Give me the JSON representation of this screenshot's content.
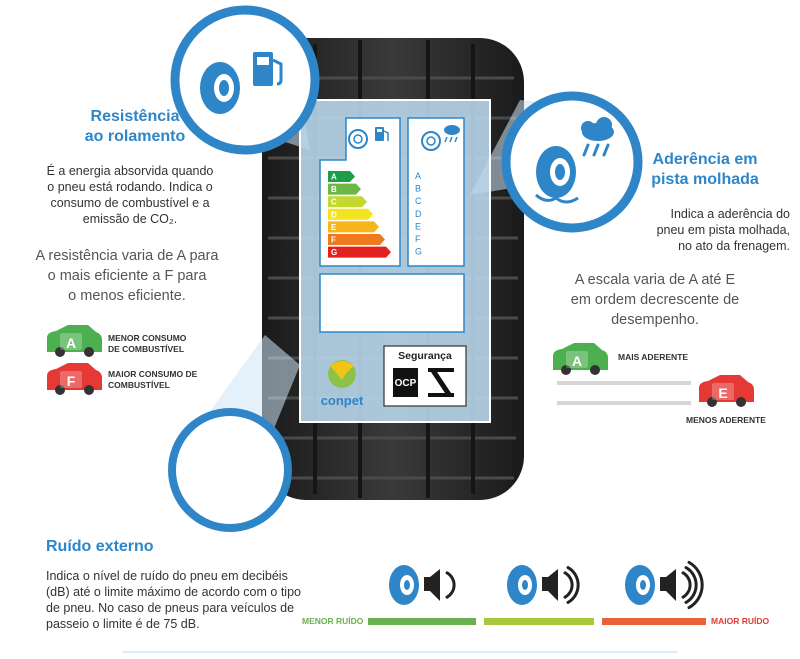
{
  "rolling": {
    "title_line1": "Resistência",
    "title_line2": "ao rolamento",
    "desc_lines": [
      "É a energia absorvida quando",
      "o pneu está rodando. Indica o",
      "consumo de combustível e a",
      "emissão de CO₂."
    ],
    "scale_lines": [
      "A resistência varia de A para",
      "o mais eficiente a F para",
      "o menos eficiente."
    ],
    "legend": [
      {
        "letter": "A",
        "color": "#4caf50",
        "caption_line1": "MENOR CONSUMO",
        "caption_line2": "DE COMBUSTÍVEL"
      },
      {
        "letter": "F",
        "color": "#e53935",
        "caption_line1": "MAIOR CONSUMO DE",
        "caption_line2": "COMBUSTÍVEL"
      }
    ],
    "icons": [
      "tire-icon",
      "fuel-pump-icon"
    ]
  },
  "wet": {
    "title_line1": "Aderência em",
    "title_line2": "pista molhada",
    "desc_lines": [
      "Indica a aderência do",
      "pneu em pista molhada,",
      "no ato da frenagem."
    ],
    "scale_lines": [
      "A escala varia de A até E",
      "em ordem decrescente de",
      "desempenho."
    ],
    "legend": [
      {
        "letter": "A",
        "color": "#4caf50",
        "caption": "MAIS ADERENTE"
      },
      {
        "letter": "E",
        "color": "#e53935",
        "caption": "MENOS ADERENTE"
      }
    ],
    "icons": [
      "tire-icon",
      "rain-cloud-icon"
    ]
  },
  "noise": {
    "title": "Ruído externo",
    "desc_lines": [
      "Indica o nível de ruído do pneu em decibéis",
      "(dB) até o limite máximo de acordo com o tipo",
      "de pneu. No caso de pneus para veículos de",
      "passeio o limite é de 75 dB."
    ],
    "low_label": "MENOR RUÍDO",
    "high_label": "MAIOR RUÍDO",
    "bar_colors": [
      "#6ab04c",
      "#a5c93a",
      "#e8623a"
    ],
    "icons": [
      "tire-speaker-icon-1",
      "tire-speaker-icon-2",
      "tire-speaker-icon-3"
    ]
  },
  "label": {
    "fuel_classes": [
      {
        "letter": "A",
        "color": "#1e9e48"
      },
      {
        "letter": "B",
        "color": "#6cb846"
      },
      {
        "letter": "C",
        "color": "#c3d930"
      },
      {
        "letter": "D",
        "color": "#f2e51f"
      },
      {
        "letter": "E",
        "color": "#f8b51c"
      },
      {
        "letter": "F",
        "color": "#ef7a1d"
      },
      {
        "letter": "G",
        "color": "#e3221f"
      }
    ],
    "wet_classes": [
      "A",
      "B",
      "C",
      "D",
      "E",
      "F",
      "G"
    ],
    "brand": "conpet",
    "security_title": "Segurança",
    "ocp": "OCP"
  },
  "colors": {
    "accent_blue": "#2e86c8",
    "tire_dark": "#2b2b2b",
    "label_blue": "#bcd9f0",
    "text_gray": "#555555"
  }
}
